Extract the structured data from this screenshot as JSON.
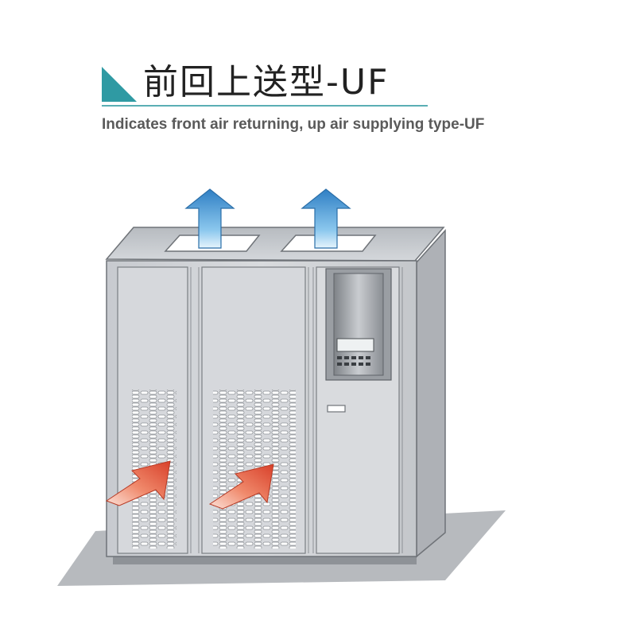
{
  "header": {
    "title": "前回上送型-UF",
    "subtitle": "Indicates front air returning, up air supplying type-UF"
  },
  "colors": {
    "accent": "#2f9aa3",
    "supply_arrow": "#3d8fd0",
    "return_arrow": "#e8553a",
    "cabinet": "#cfd2d6",
    "floor": "#b9bcc0"
  },
  "illustration": {
    "supply_air_icon": "up-arrow-icon",
    "return_air_icon": "diagonal-arrow-icon",
    "supply_arrow_count": 2,
    "return_arrow_count": 2
  }
}
